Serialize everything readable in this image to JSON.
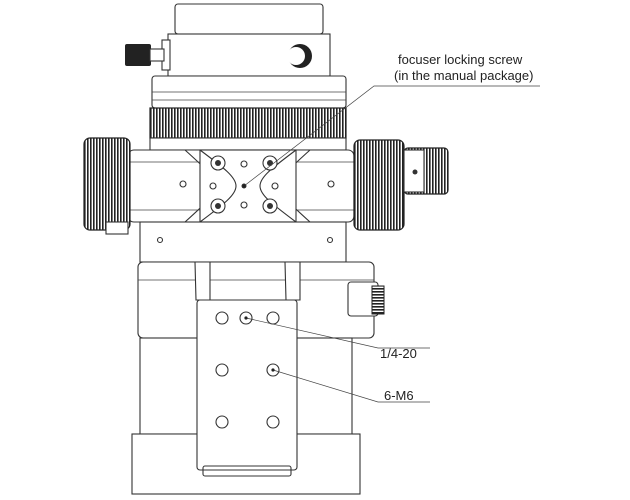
{
  "callouts": {
    "locking_screw_line1": "focuser locking screw",
    "locking_screw_line2": "(in the manual package)",
    "quarter_20": "1/4-20",
    "six_m6": "6-M6"
  },
  "colors": {
    "line": "#333333",
    "background": "#ffffff",
    "knurl": "#222222"
  }
}
